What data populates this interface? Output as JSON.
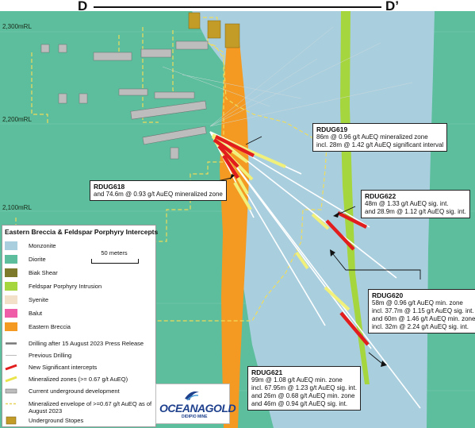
{
  "section": {
    "left_label": "D",
    "right_label": "D’"
  },
  "elevations": [
    "2,300mRL",
    "2,200mRL",
    "2,100mRL"
  ],
  "callouts": {
    "rdug619": {
      "title": "RDUG619",
      "lines": [
        "86m @ 0.96 g/t AuEQ mineralized zone",
        "incl. 28m @ 1.42 g/t AuEQ significant interval"
      ]
    },
    "rdug618": {
      "title": "RDUG618",
      "lines": [
        "and 74.6m @ 0.93 g/t AuEQ mineralized zone"
      ]
    },
    "rdug622": {
      "title": "RDUG622",
      "lines": [
        "48m @ 1.33 g/t AuEQ sig. int.",
        "and 28.9m @ 1.12 g/t AuEQ sig. int."
      ]
    },
    "rdug620": {
      "title": "RDUG620",
      "lines": [
        "58m @ 0.96 g/t AuEQ min. zone",
        "incl. 37.7m @ 1.15 g/t AuEQ sig. int.",
        "and 60m @ 1.46 g/t AuEQ min. zone",
        "incl. 32m @ 2.24 g/t AuEQ sig. int."
      ]
    },
    "rdug621": {
      "title": "RDUG621",
      "lines": [
        "99m @ 1.08 g/t AuEQ min. zone",
        "incl. 67.95m @ 1.23 g/t AuEQ sig. int.",
        "and 26m @ 0.68 g/t AuEQ min. zone",
        "and 46m @ 0.94 g/t AuEQ sig. int."
      ]
    }
  },
  "legend": {
    "title": "Eastern Breccia & Feldspar Porphyry Intercepts",
    "scale_label": "50 meters",
    "items": [
      {
        "label": "Monzonite",
        "color": "#a9cfdf"
      },
      {
        "label": "Diorite",
        "color": "#5cbe9c"
      },
      {
        "label": "Biak Shear",
        "color": "#7d7a2c"
      },
      {
        "label": "Feldspar Porphyry Intrusion",
        "color": "#a6d63d"
      },
      {
        "label": "Syenite",
        "color": "#f3e0c8"
      },
      {
        "label": "Balut",
        "color": "#ef5da9"
      },
      {
        "label": "Eastern Breccia",
        "color": "#f49a23"
      },
      {
        "label": "Drilling after 15 August 2023  Press Release",
        "color": "#777777"
      },
      {
        "label": "Previous Drilling",
        "color": "#ffffff"
      },
      {
        "label": "New Significant intercepts",
        "color": "#e11d1d"
      },
      {
        "label": "Mineralized zones (>= 0.67 g/t AuEQ)",
        "color": "#f1f07a"
      },
      {
        "label": "Current underground development",
        "color": "#bdbdbd"
      },
      {
        "label": "Mineralized envelope of >=0.67 g/t AuEQ as of",
        "color": "#e6d25a"
      },
      {
        "label": "August 2023",
        "color": "#e6d25a"
      },
      {
        "label": "Underground Stopes",
        "color": "#b78a1e"
      }
    ]
  },
  "logo": {
    "name": "OCEANAGOLD",
    "subtitle": "DIDIPIO MINE"
  }
}
